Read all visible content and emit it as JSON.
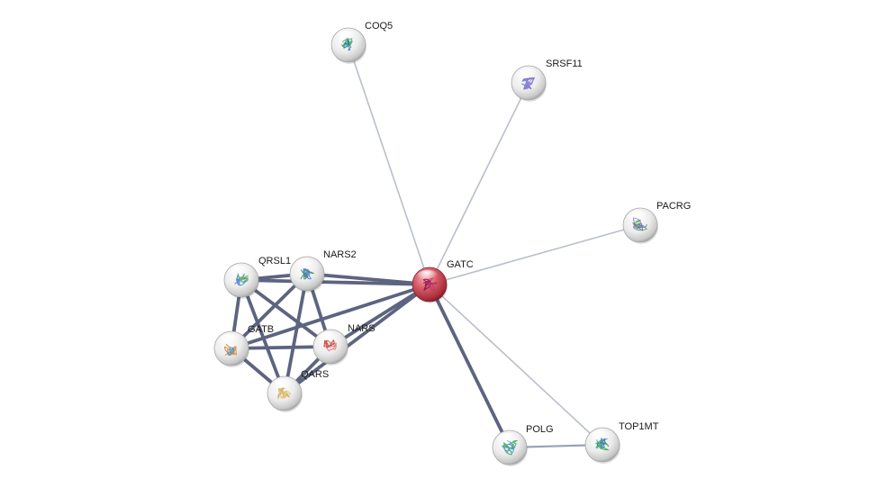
{
  "nodes": [
    {
      "id": "GATC",
      "label": "GATC",
      "query": true,
      "protein_colors": [
        "#8a1040",
        "#c0306a"
      ]
    },
    {
      "id": "COQ5",
      "label": "COQ5",
      "query": false,
      "protein_colors": [
        "#3aa655",
        "#2f6fc0"
      ]
    },
    {
      "id": "SRSF11",
      "label": "SRSF11",
      "query": false,
      "protein_colors": [
        "#6a5acd",
        "#8a8ad0"
      ]
    },
    {
      "id": "PACRG",
      "label": "PACRG",
      "query": false,
      "protein_colors": [
        "#4caf50",
        "#7a5cc0"
      ]
    },
    {
      "id": "QRSL1",
      "label": "QRSL1",
      "query": false,
      "protein_colors": [
        "#3a7bd5",
        "#7bc043"
      ]
    },
    {
      "id": "NARS2",
      "label": "NARS2",
      "query": false,
      "protein_colors": [
        "#2e8b57",
        "#4a6fd0"
      ]
    },
    {
      "id": "GATB",
      "label": "GATB",
      "query": false,
      "protein_colors": [
        "#e67e22",
        "#3498db"
      ]
    },
    {
      "id": "NARS",
      "label": "NARS",
      "query": false,
      "protein_colors": [
        "#c0392b",
        "#e06060"
      ]
    },
    {
      "id": "QARS",
      "label": "QARS",
      "query": false,
      "protein_colors": [
        "#c8a84a",
        "#e0c070"
      ]
    },
    {
      "id": "POLG",
      "label": "POLG",
      "query": false,
      "protein_colors": [
        "#3aa655",
        "#4a90d9"
      ]
    },
    {
      "id": "TOP1MT",
      "label": "TOP1MT",
      "query": false,
      "protein_colors": [
        "#3aa655",
        "#2f6fc0"
      ]
    }
  ],
  "edges": [
    {
      "source": "GATC",
      "target": "COQ5",
      "strength": "weak"
    },
    {
      "source": "GATC",
      "target": "SRSF11",
      "strength": "weak"
    },
    {
      "source": "GATC",
      "target": "PACRG",
      "strength": "weak"
    },
    {
      "source": "GATC",
      "target": "TOP1MT",
      "strength": "weak"
    },
    {
      "source": "GATC",
      "target": "POLG",
      "strength": "strong"
    },
    {
      "source": "GATC",
      "target": "QRSL1",
      "strength": "strong"
    },
    {
      "source": "GATC",
      "target": "NARS2",
      "strength": "strong"
    },
    {
      "source": "GATC",
      "target": "GATB",
      "strength": "strong"
    },
    {
      "source": "GATC",
      "target": "NARS",
      "strength": "strong"
    },
    {
      "source": "GATC",
      "target": "QARS",
      "strength": "strong"
    },
    {
      "source": "POLG",
      "target": "TOP1MT",
      "strength": "medium"
    },
    {
      "source": "QRSL1",
      "target": "NARS2",
      "strength": "strong"
    },
    {
      "source": "QRSL1",
      "target": "GATB",
      "strength": "strong"
    },
    {
      "source": "QRSL1",
      "target": "NARS",
      "strength": "strong"
    },
    {
      "source": "QRSL1",
      "target": "QARS",
      "strength": "strong"
    },
    {
      "source": "NARS2",
      "target": "GATB",
      "strength": "strong"
    },
    {
      "source": "NARS2",
      "target": "NARS",
      "strength": "strong"
    },
    {
      "source": "NARS2",
      "target": "QARS",
      "strength": "strong"
    },
    {
      "source": "GATB",
      "target": "NARS",
      "strength": "strong"
    },
    {
      "source": "GATB",
      "target": "QARS",
      "strength": "strong"
    },
    {
      "source": "NARS",
      "target": "QARS",
      "strength": "strong"
    }
  ],
  "colors": {
    "weak_edge": "#b9bfcc",
    "medium_edge": "#9aa1b8",
    "strong_edge": "#5d6480",
    "node_base": "#e6e6e6",
    "query_node": "#c94a5a"
  }
}
